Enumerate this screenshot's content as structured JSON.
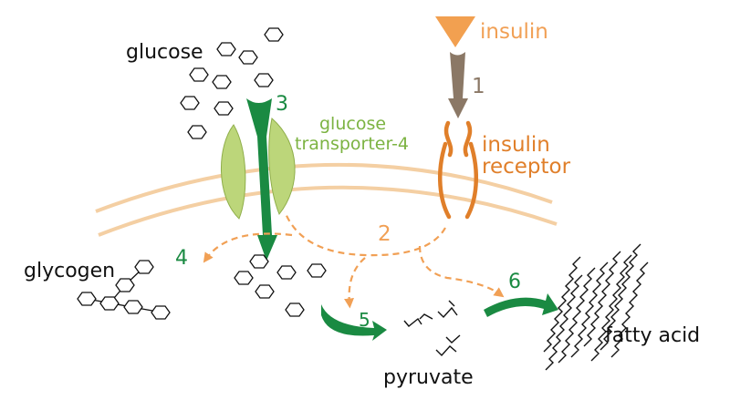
{
  "labels": {
    "glucose": "glucose",
    "insulin": "insulin",
    "step1": "1",
    "step2": "2",
    "step3": "3",
    "step4": "4",
    "step5": "5",
    "step6": "6",
    "transporter_line1": "glucose",
    "transporter_line2": "transporter-4",
    "receptor_line1": "insulin",
    "receptor_line2": "receptor",
    "glycogen": "glycogen",
    "pyruvate": "pyruvate",
    "fatty_acid": "fatty acid"
  },
  "colors": {
    "orange_dark": "#e07f2a",
    "orange_light": "#f1a055",
    "insulin_triangle": "#f2a050",
    "gray_brown": "#8b7866",
    "green_dark": "#1a8a42",
    "green_light": "#bcd67a",
    "transporter_text": "#7cb342",
    "membrane": "#f4cfa3",
    "black": "#111111"
  }
}
